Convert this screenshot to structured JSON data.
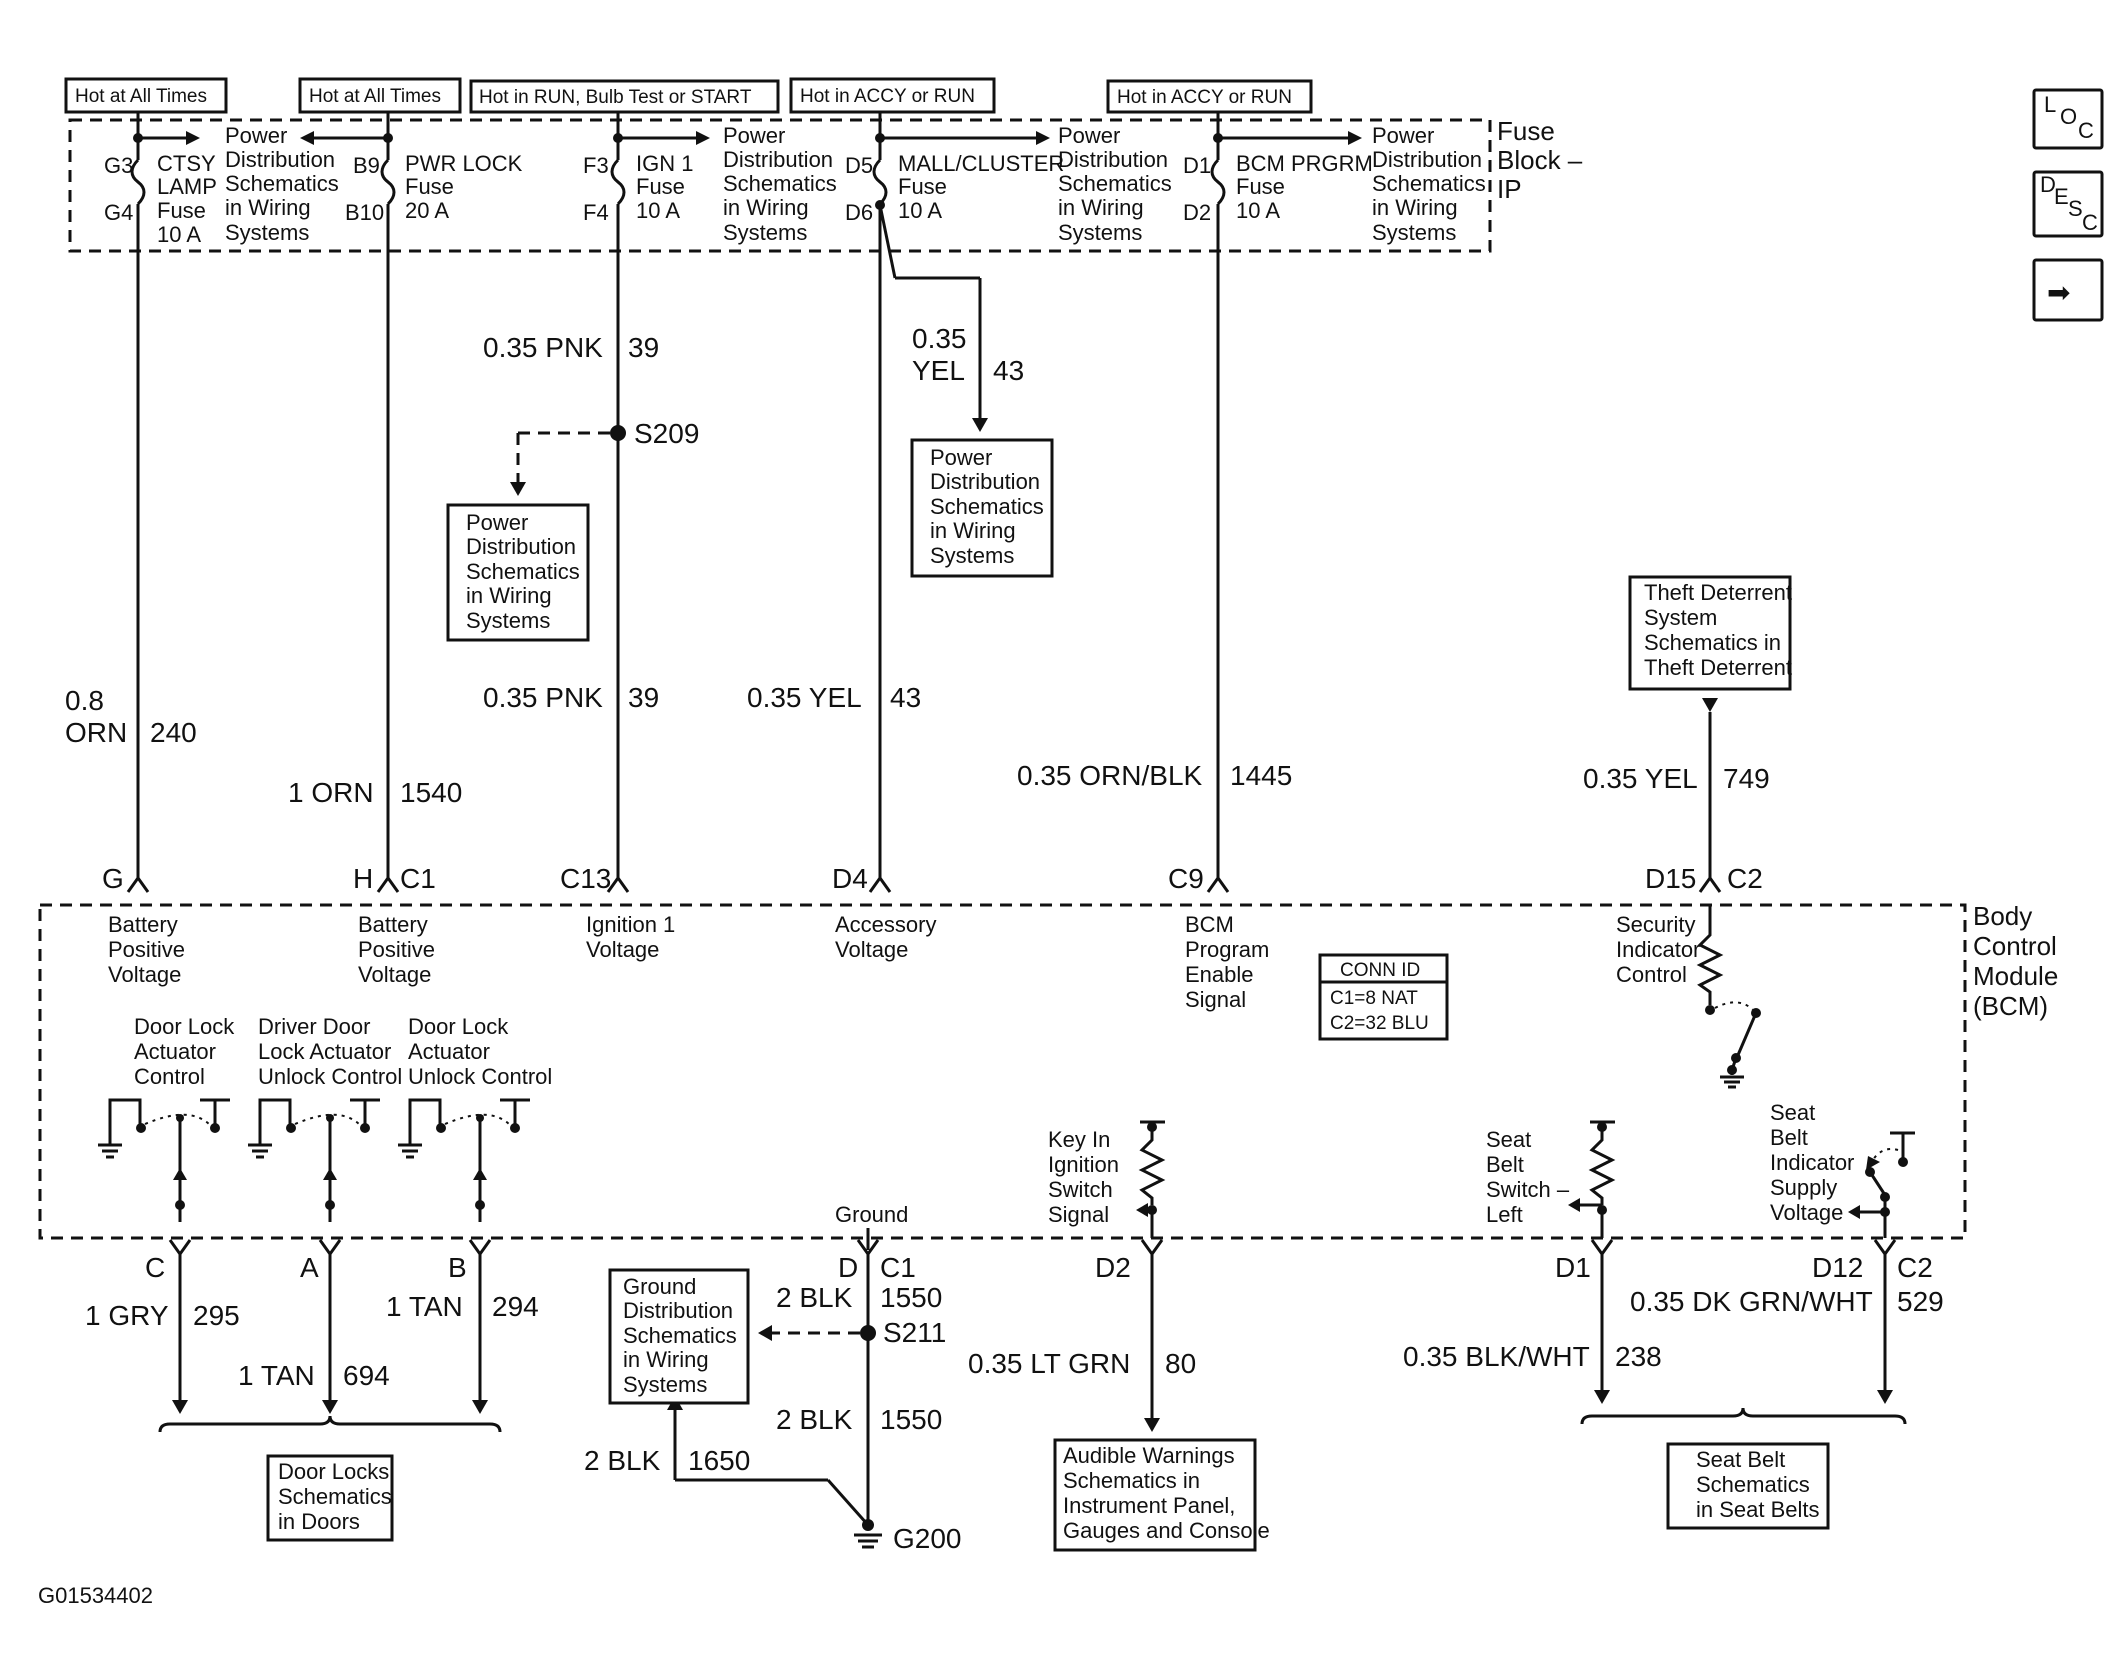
{
  "hot_labels": [
    "Hot at All Times",
    "Hot at All Times",
    "Hot in RUN, Bulb Test or START",
    "Hot in ACCY or RUN",
    "Hot in ACCY or RUN"
  ],
  "fuse_block": [
    "Fuse",
    "Block –",
    "IP"
  ],
  "fuses": [
    {
      "top_pin": "G3",
      "bottom_pin": "G4",
      "name": [
        "CTSY",
        "LAMP",
        "Fuse",
        "10 A"
      ]
    },
    {
      "top_pin": "B9",
      "bottom_pin": "B10",
      "name": [
        "PWR LOCK",
        "Fuse",
        "20 A"
      ]
    },
    {
      "top_pin": "F3",
      "bottom_pin": "F4",
      "name": [
        "IGN 1",
        "Fuse",
        "10 A"
      ]
    },
    {
      "top_pin": "D5",
      "bottom_pin": "D6",
      "name": [
        "MALL/CLUSTER",
        "Fuse",
        "10 A"
      ]
    },
    {
      "top_pin": "D1",
      "bottom_pin": "D2",
      "name": [
        "BCM PRGRM",
        "Fuse",
        "10 A"
      ]
    }
  ],
  "power_dist": [
    "Power",
    "Distribution",
    "Schematics",
    "in Wiring",
    "Systems"
  ],
  "wires": {
    "w240": {
      "size": [
        "0.8",
        "ORN"
      ],
      "circuit": "240"
    },
    "w1540": {
      "size": "1 ORN",
      "circuit": "1540"
    },
    "w39a": {
      "size": "0.35 PNK",
      "circuit": "39"
    },
    "w39b": {
      "size": "0.35 PNK",
      "circuit": "39"
    },
    "w43a": {
      "size": [
        "0.35",
        "YEL"
      ],
      "circuit": "43"
    },
    "w43b": {
      "size": "0.35 YEL",
      "circuit": "43"
    },
    "w1445": {
      "size": "0.35 ORN/BLK",
      "circuit": "1445"
    },
    "w749": {
      "size": "0.35 YEL",
      "circuit": "749"
    },
    "w295": {
      "size": "1 GRY",
      "circuit": "295"
    },
    "w694": {
      "size": "1 TAN",
      "circuit": "694"
    },
    "w294": {
      "size": "1 TAN",
      "circuit": "294"
    },
    "w1550a": {
      "size": "2 BLK",
      "circuit": "1550"
    },
    "w1550b": {
      "size": "2 BLK",
      "circuit": "1550"
    },
    "w1650": {
      "size": "2 BLK",
      "circuit": "1650"
    },
    "w80": {
      "size": "0.35 LT GRN",
      "circuit": "80"
    },
    "w238": {
      "size": "0.35 BLK/WHT",
      "circuit": "238"
    },
    "w529": {
      "size": "0.35 DK GRN/WHT",
      "circuit": "529"
    }
  },
  "splices": {
    "s209": "S209",
    "s211": "S211",
    "g200": "G200"
  },
  "theft_box": [
    "Theft Deterrent",
    "System",
    "Schematics in",
    "Theft Deterrent"
  ],
  "bcm_title": [
    "Body",
    "Control",
    "Module",
    "(BCM)"
  ],
  "bcm_top_pins": {
    "g": "G",
    "h": "H",
    "c1": "C1",
    "c13": "C13",
    "d4": "D4",
    "c9": "C9",
    "d15": "D15",
    "c2": "C2"
  },
  "bcm_top_labels": {
    "battery1": [
      "Battery",
      "Positive",
      "Voltage"
    ],
    "battery2": [
      "Battery",
      "Positive",
      "Voltage"
    ],
    "ignition": [
      "Ignition 1",
      "Voltage"
    ],
    "accessory": [
      "Accessory",
      "Voltage"
    ],
    "bcm_prog": [
      "BCM",
      "Program",
      "Enable",
      "Signal"
    ],
    "security": [
      "Security",
      "Indicator",
      "Control"
    ]
  },
  "conn_id": {
    "title": "CONN ID",
    "c1": "C1=8 NAT",
    "c2": "C2=32 BLU"
  },
  "door_labels": {
    "d1": [
      "Door Lock",
      "Actuator",
      "Control"
    ],
    "d2": [
      "Driver Door",
      "Lock Actuator",
      "Unlock Control"
    ],
    "d3": [
      "Door Lock",
      "Actuator",
      "Unlock Control"
    ]
  },
  "key_in": [
    "Key In",
    "Ignition",
    "Switch",
    "Signal"
  ],
  "seat_belt_switch": [
    "Seat",
    "Belt",
    "Switch –",
    "Left"
  ],
  "seat_belt_ind": [
    "Seat",
    "Belt",
    "Indicator",
    "Supply",
    "Voltage"
  ],
  "ground_label": "Ground",
  "bcm_bottom_pins": {
    "c": "C",
    "a": "A",
    "b": "B",
    "d": "D",
    "c1": "C1",
    "d2": "D2",
    "d1": "D1",
    "d12": "D12",
    "c2": "C2"
  },
  "ground_box": [
    "Ground",
    "Distribution",
    "Schematics",
    "in Wiring",
    "Systems"
  ],
  "door_locks_box": [
    "Door Locks",
    "Schematics",
    "in Doors"
  ],
  "audible_box": [
    "Audible Warnings",
    "Schematics in",
    "Instrument Panel,",
    "Gauges and Console"
  ],
  "seat_belt_box": [
    "Seat Belt",
    "Schematics",
    "in Seat Belts"
  ],
  "figure_id": "G01534402",
  "nav": {
    "loc": [
      "L",
      "O",
      "C"
    ],
    "desc": [
      "D",
      "E",
      "S",
      "C"
    ],
    "next": "➡"
  }
}
